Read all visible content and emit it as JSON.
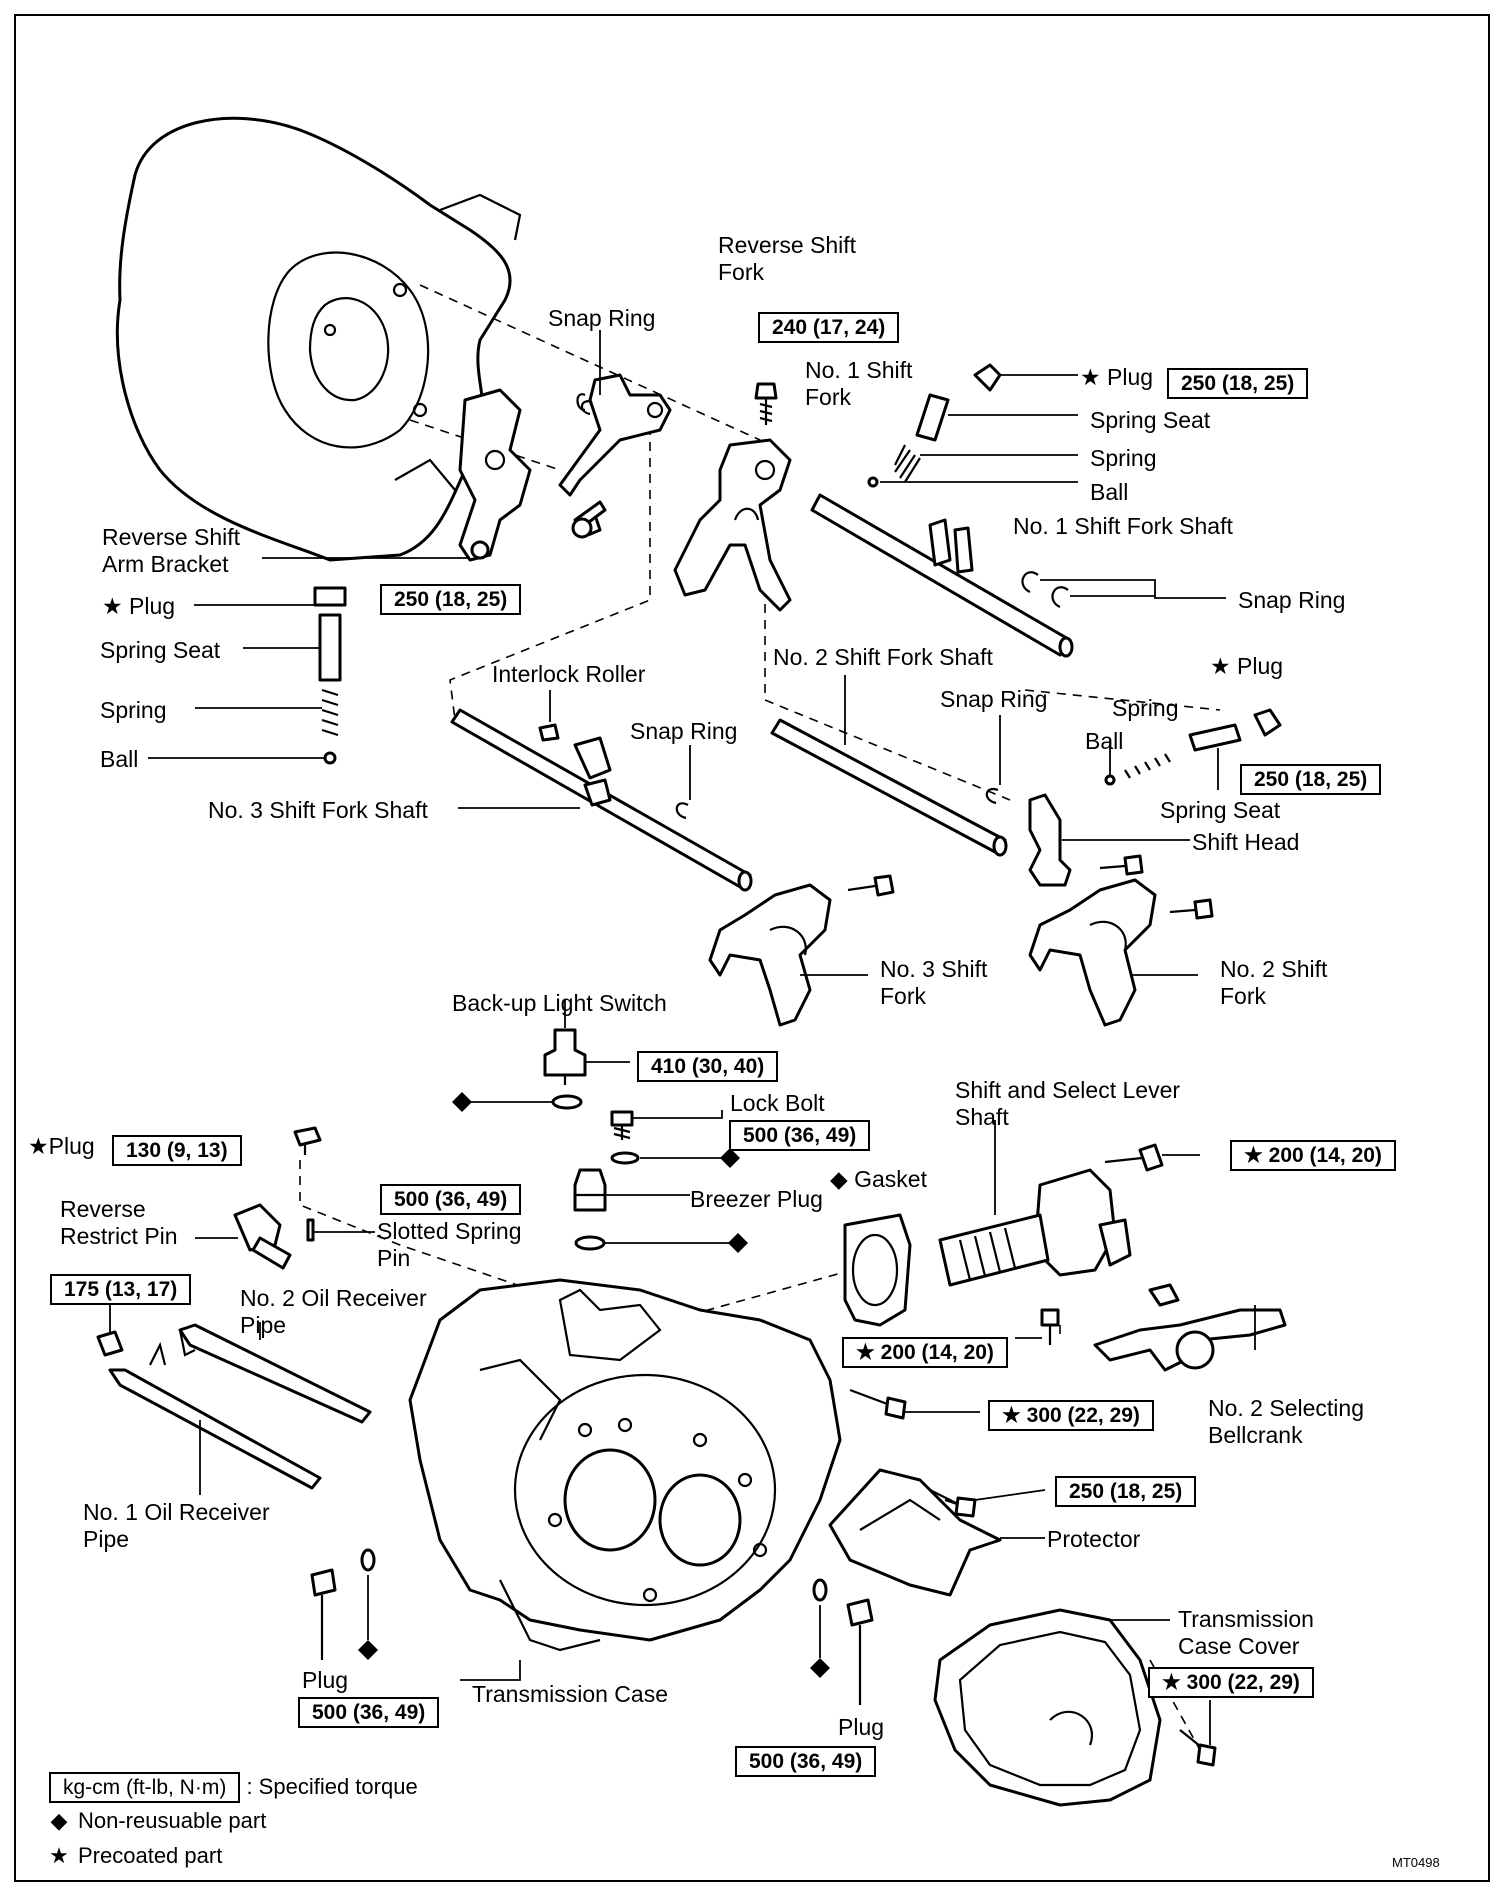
{
  "labels": {
    "reverse_shift_fork": "Reverse Shift\nFork",
    "snap_ring_a": "Snap Ring",
    "no1_shift_fork": "No. 1 Shift\nFork",
    "plug_top": "Plug",
    "spring_seat_a": "Spring Seat",
    "spring_a": "Spring",
    "ball_a": "Ball",
    "no1_shift_fork_shaft": "No. 1 Shift Fork Shaft",
    "snap_ring_b": "Snap Ring",
    "reverse_shift_arm_bracket": "Reverse Shift\nArm Bracket",
    "plug_left": "Plug",
    "spring_seat_b": "Spring Seat",
    "spring_b": "Spring",
    "ball_b": "Ball",
    "interlock_roller": "Interlock Roller",
    "no2_shift_fork_shaft": "No. 2 Shift Fork Shaft",
    "snap_ring_c": "Snap Ring",
    "snap_ring_d": "Snap Ring",
    "plug_right": "Plug",
    "spring_c": "Spring",
    "ball_c": "Ball",
    "spring_seat_c": "Spring Seat",
    "no3_shift_fork_shaft": "No. 3 Shift Fork Shaft",
    "shift_head": "Shift Head",
    "no3_shift_fork": "No. 3 Shift\nFork",
    "no2_shift_fork": "No. 2 Shift\nFork",
    "backup_light_switch": "Back-up Light Switch",
    "lock_bolt": "Lock Bolt",
    "shift_select_lever_shaft": "Shift and Select Lever\nShaft",
    "plug_mid": "Plug",
    "gasket": "Gasket",
    "breezer_plug": "Breezer Plug",
    "reverse_restrict_pin": "Reverse\nRestrict Pin",
    "slotted_spring_pin": "Slotted Spring\nPin",
    "no2_oil_receiver_pipe": "No. 2 Oil Receiver\nPipe",
    "no2_selecting_bellcrank": "No. 2 Selecting\nBellcrank",
    "no1_oil_receiver_pipe": "No. 1 Oil Receiver\nPipe",
    "protector": "Protector",
    "transmission_case_cover": "Transmission\nCase Cover",
    "plug_bottom_left": "Plug",
    "transmission_case": "Transmission Case",
    "plug_bottom_mid": "Plug"
  },
  "torques": {
    "t_240": "240 (17, 24)",
    "t_250_top": "250 (18, 25)",
    "t_250_left": "250 (18, 25)",
    "t_250_right": "250 (18, 25)",
    "t_410": "410 (30, 40)",
    "t_500_lock": "500 (36, 49)",
    "t_130": "130 (9, 13)",
    "t_200_top": "200 (14, 20)",
    "t_500_breezer": "500 (36, 49)",
    "t_175": "175 (13, 17)",
    "t_200_mid": "200 (14, 20)",
    "t_300_mid": "300 (22, 29)",
    "t_250_prot": "250 (18, 25)",
    "t_300_cover": "300 (22, 29)",
    "t_500_bl": "500 (36, 49)",
    "t_500_bm": "500 (36, 49)"
  },
  "legend": {
    "torque_box": "kg-cm (ft-lb, N·m)",
    "torque_text": ": Specified torque",
    "non_reusable": "Non-reusuable part",
    "precoated": "Precoated part"
  },
  "symbols": {
    "star": "★",
    "diamond": "◆"
  },
  "figure_code": "MT0498"
}
